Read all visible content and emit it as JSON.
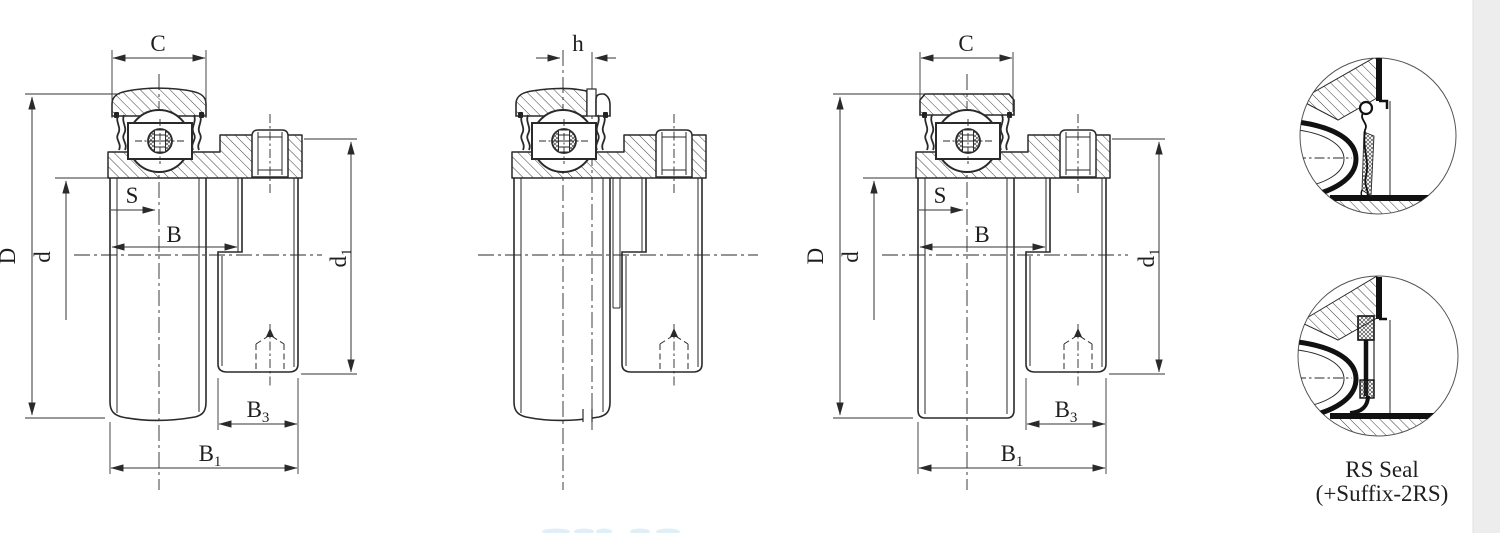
{
  "colors": {
    "line": "#2a2a2a",
    "dim_line": "#333333",
    "background": "#ffffff",
    "right_strip": "#ededed",
    "watermark": "#c9e6f5"
  },
  "figures": [
    {
      "dims": {
        "C": {
          "base": "C",
          "sub": ""
        },
        "D": {
          "base": "D",
          "sub": ""
        },
        "d": {
          "base": "d",
          "sub": ""
        },
        "S": {
          "base": "S",
          "sub": ""
        },
        "B": {
          "base": "B",
          "sub": ""
        },
        "d1": {
          "base": "d",
          "sub": "1"
        },
        "B3": {
          "base": "B",
          "sub": "3"
        },
        "B1": {
          "base": "B",
          "sub": "1"
        }
      }
    },
    {
      "dims": {
        "h": {
          "base": "h",
          "sub": ""
        }
      }
    },
    {
      "dims": {
        "C": {
          "base": "C",
          "sub": ""
        },
        "D": {
          "base": "D",
          "sub": ""
        },
        "d": {
          "base": "d",
          "sub": ""
        },
        "S": {
          "base": "S",
          "sub": ""
        },
        "B": {
          "base": "B",
          "sub": ""
        },
        "d1": {
          "base": "d",
          "sub": "1"
        },
        "B3": {
          "base": "B",
          "sub": "3"
        },
        "B1": {
          "base": "B",
          "sub": "1"
        }
      }
    }
  ],
  "details": {
    "caption_line1": "RS Seal",
    "caption_line2": "(+Suffix-2RS)"
  }
}
